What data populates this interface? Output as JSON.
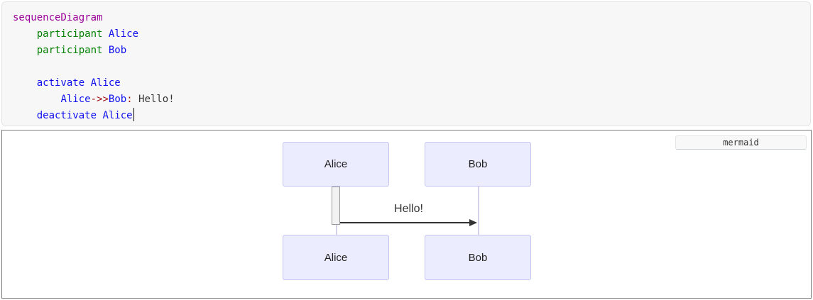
{
  "editor": {
    "language": "mermaid-sequence",
    "colors": {
      "keyword": "#990099",
      "decl": "#008000",
      "name": "#0f0fee",
      "operator": "#a31515",
      "text": "#333333",
      "plain": "#333333"
    },
    "lines": [
      [
        {
          "text": "sequenceDiagram",
          "type": "keyword"
        }
      ],
      [
        {
          "text": "    ",
          "type": "plain"
        },
        {
          "text": "participant",
          "type": "decl"
        },
        {
          "text": " ",
          "type": "plain"
        },
        {
          "text": "Alice",
          "type": "name"
        }
      ],
      [
        {
          "text": "    ",
          "type": "plain"
        },
        {
          "text": "participant",
          "type": "decl"
        },
        {
          "text": " ",
          "type": "plain"
        },
        {
          "text": "Bob",
          "type": "name"
        }
      ],
      [],
      [
        {
          "text": "    ",
          "type": "plain"
        },
        {
          "text": "activate",
          "type": "name"
        },
        {
          "text": " ",
          "type": "plain"
        },
        {
          "text": "Alice",
          "type": "name"
        }
      ],
      [
        {
          "text": "        ",
          "type": "plain"
        },
        {
          "text": "Alice",
          "type": "name"
        },
        {
          "text": "->>",
          "type": "operator"
        },
        {
          "text": "Bob",
          "type": "name"
        },
        {
          "text": ":",
          "type": "operator"
        },
        {
          "text": " Hello!",
          "type": "text"
        }
      ],
      [
        {
          "text": "    ",
          "type": "plain"
        },
        {
          "text": "deactivate",
          "type": "name"
        },
        {
          "text": " ",
          "type": "plain"
        },
        {
          "text": "Alice",
          "type": "name"
        },
        {
          "text": "",
          "type": "cursor"
        }
      ]
    ]
  },
  "preview": {
    "badge_label": "mermaid",
    "diagram": {
      "type": "sequence",
      "participants": [
        "Alice",
        "Bob"
      ],
      "messages": [
        {
          "from": "Alice",
          "to": "Bob",
          "text": "Hello!",
          "arrow": "solid-filled-head",
          "activated": "Alice"
        }
      ],
      "actor_fill": "#ECECFF",
      "actor_border": "#c5c5f0",
      "activation_fill": "#f2f2f2",
      "activation_border": "#999999",
      "line_color": "#333333",
      "lifeline_color": "#d6d0ea"
    }
  }
}
